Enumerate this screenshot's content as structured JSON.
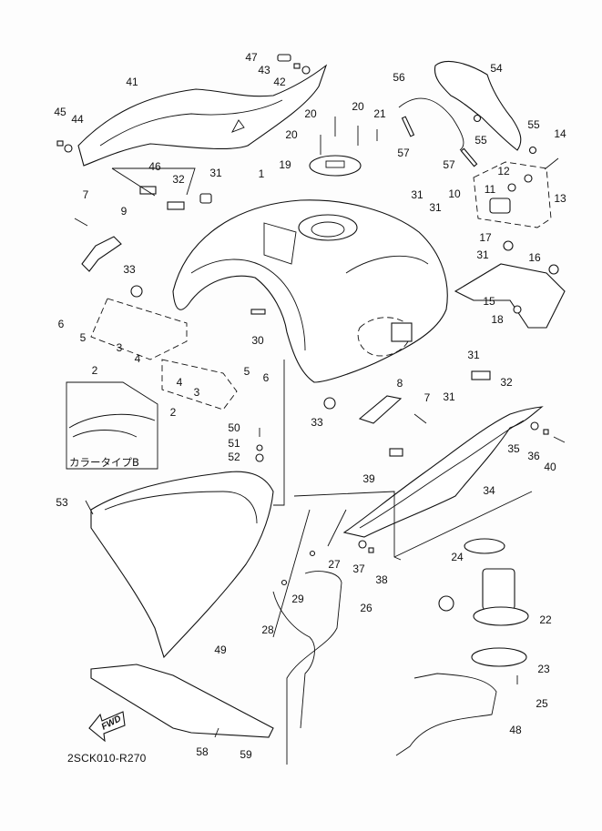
{
  "diagram": {
    "title": "Fuel tank exploded parts diagram",
    "reference_code": "2SCK010-R270",
    "inset_caption": "カラータイプB",
    "fwd_arrow_label": "FWD",
    "callouts": [
      {
        "id": "c47",
        "label": "47"
      },
      {
        "id": "c43",
        "label": "43"
      },
      {
        "id": "c42",
        "label": "42"
      },
      {
        "id": "c41",
        "label": "41"
      },
      {
        "id": "c45",
        "label": "45"
      },
      {
        "id": "c44",
        "label": "44"
      },
      {
        "id": "c20a",
        "label": "20"
      },
      {
        "id": "c20b",
        "label": "20"
      },
      {
        "id": "c20c",
        "label": "20"
      },
      {
        "id": "c21",
        "label": "21"
      },
      {
        "id": "c19",
        "label": "19"
      },
      {
        "id": "c56",
        "label": "56"
      },
      {
        "id": "c54",
        "label": "54"
      },
      {
        "id": "c55a",
        "label": "55"
      },
      {
        "id": "c55b",
        "label": "55"
      },
      {
        "id": "c14",
        "label": "14"
      },
      {
        "id": "c57a",
        "label": "57"
      },
      {
        "id": "c57b",
        "label": "57"
      },
      {
        "id": "c12",
        "label": "12"
      },
      {
        "id": "c11",
        "label": "11"
      },
      {
        "id": "c10",
        "label": "10"
      },
      {
        "id": "c13",
        "label": "13"
      },
      {
        "id": "c46",
        "label": "46"
      },
      {
        "id": "c32a",
        "label": "32"
      },
      {
        "id": "c31a",
        "label": "31"
      },
      {
        "id": "c1",
        "label": "1"
      },
      {
        "id": "c31b",
        "label": "31"
      },
      {
        "id": "c31c",
        "label": "31"
      },
      {
        "id": "c7a",
        "label": "7"
      },
      {
        "id": "c9",
        "label": "9"
      },
      {
        "id": "c33a",
        "label": "33"
      },
      {
        "id": "c17",
        "label": "17"
      },
      {
        "id": "c31d",
        "label": "31"
      },
      {
        "id": "c16",
        "label": "16"
      },
      {
        "id": "c15",
        "label": "15"
      },
      {
        "id": "c18",
        "label": "18"
      },
      {
        "id": "c6a",
        "label": "6"
      },
      {
        "id": "c5a",
        "label": "5"
      },
      {
        "id": "c3a",
        "label": "3"
      },
      {
        "id": "c4a",
        "label": "4"
      },
      {
        "id": "c2a",
        "label": "2"
      },
      {
        "id": "c30",
        "label": "30"
      },
      {
        "id": "c4b",
        "label": "4"
      },
      {
        "id": "c3b",
        "label": "3"
      },
      {
        "id": "c5b",
        "label": "5"
      },
      {
        "id": "c6b",
        "label": "6"
      },
      {
        "id": "c2b",
        "label": "2"
      },
      {
        "id": "c31e",
        "label": "31"
      },
      {
        "id": "c32b",
        "label": "32"
      },
      {
        "id": "c31f",
        "label": "31"
      },
      {
        "id": "c8",
        "label": "8"
      },
      {
        "id": "c7b",
        "label": "7"
      },
      {
        "id": "c33b",
        "label": "33"
      },
      {
        "id": "c50",
        "label": "50"
      },
      {
        "id": "c51",
        "label": "51"
      },
      {
        "id": "c52",
        "label": "52"
      },
      {
        "id": "c35",
        "label": "35"
      },
      {
        "id": "c36",
        "label": "36"
      },
      {
        "id": "c40",
        "label": "40"
      },
      {
        "id": "c39",
        "label": "39"
      },
      {
        "id": "c34",
        "label": "34"
      },
      {
        "id": "c53",
        "label": "53"
      },
      {
        "id": "c24",
        "label": "24"
      },
      {
        "id": "c27",
        "label": "27"
      },
      {
        "id": "c37",
        "label": "37"
      },
      {
        "id": "c38",
        "label": "38"
      },
      {
        "id": "c29",
        "label": "29"
      },
      {
        "id": "c26",
        "label": "26"
      },
      {
        "id": "c22",
        "label": "22"
      },
      {
        "id": "c28",
        "label": "28"
      },
      {
        "id": "c49",
        "label": "49"
      },
      {
        "id": "c23",
        "label": "23"
      },
      {
        "id": "c25",
        "label": "25"
      },
      {
        "id": "c48",
        "label": "48"
      },
      {
        "id": "c58",
        "label": "58"
      },
      {
        "id": "c59",
        "label": "59"
      }
    ]
  }
}
